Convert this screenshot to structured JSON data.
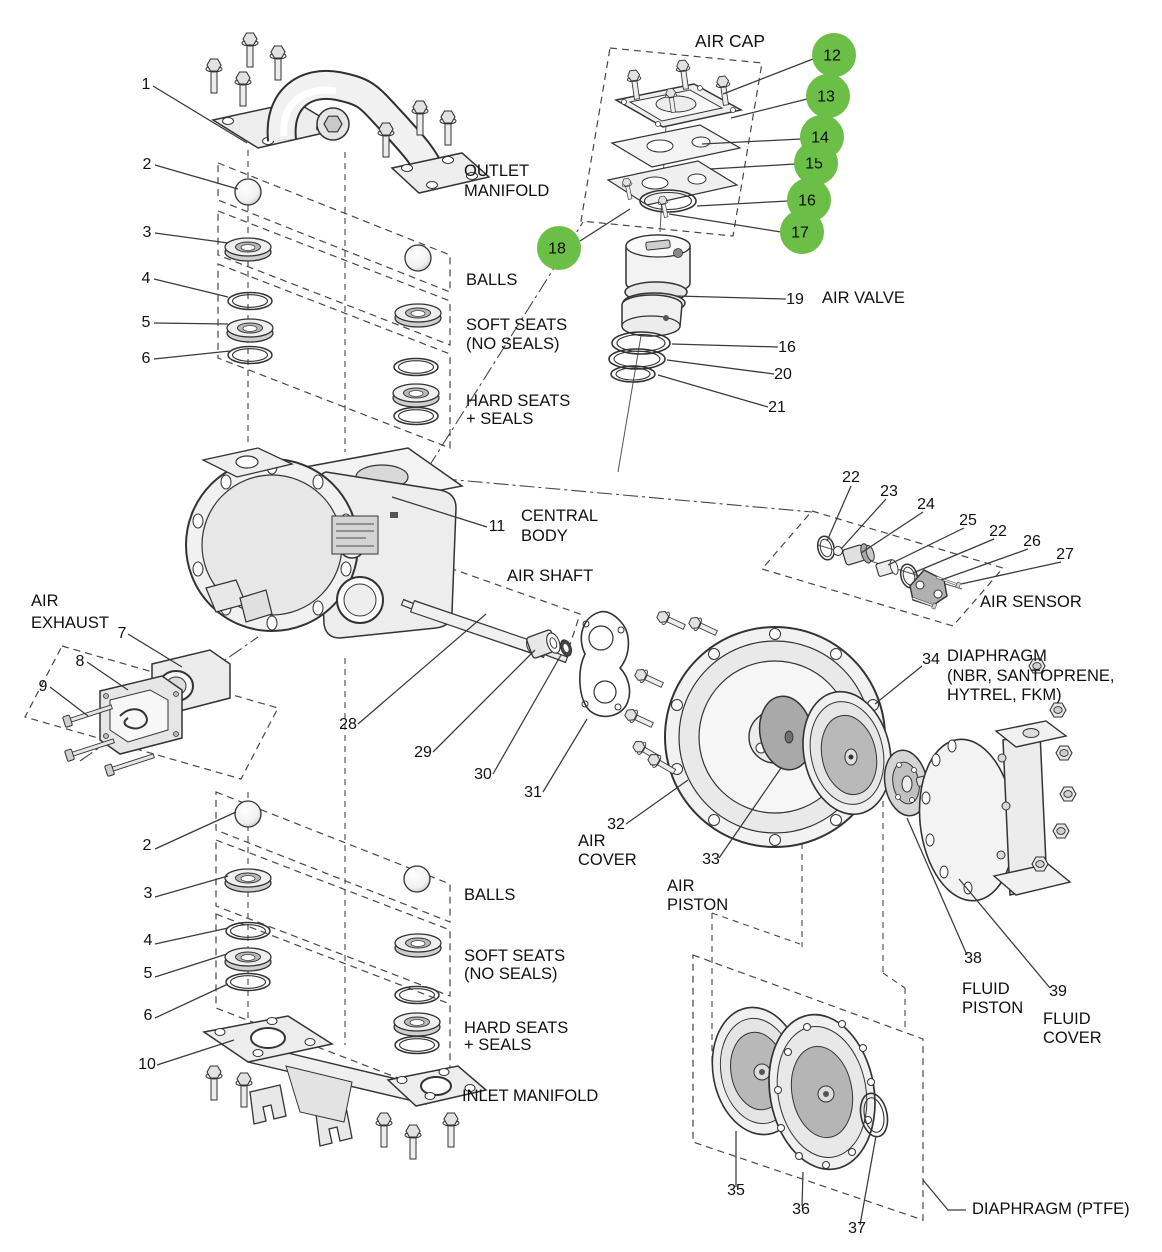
{
  "colors": {
    "highlight": "#6bbf47",
    "line": "#333333",
    "text": "#111111",
    "background": "#ffffff"
  },
  "section_labels": {
    "air_cap": "AIR CAP",
    "outlet_manifold_l1": "OUTLET",
    "outlet_manifold_l2": "MANIFOLD",
    "balls_top": "BALLS",
    "soft_seats_top_l1": "SOFT SEATS",
    "soft_seats_top_l2": "(NO SEALS)",
    "hard_seats_top_l1": "HARD SEATS",
    "hard_seats_top_l2": "+ SEALS",
    "air_valve": "AIR VALVE",
    "central_body_l1": "CENTRAL",
    "central_body_l2": "BODY",
    "air_shaft": "AIR SHAFT",
    "air_exhaust_l1": "AIR",
    "air_exhaust_l2": "EXHAUST",
    "air_sensor": "AIR SENSOR",
    "air_cover_l1": "AIR",
    "air_cover_l2": "COVER",
    "air_piston_l1": "AIR",
    "air_piston_l2": "PISTON",
    "diaphragm_l1": "DIAPHRAGM",
    "diaphragm_l2": "(NBR, SANTOPRENE,",
    "diaphragm_l3": "HYTREL, FKM)",
    "fluid_piston_l1": "FLUID",
    "fluid_piston_l2": "PISTON",
    "fluid_cover_l1": "FLUID",
    "fluid_cover_l2": "COVER",
    "balls_bottom": "BALLS",
    "soft_seats_bottom_l1": "SOFT SEATS",
    "soft_seats_bottom_l2": "(NO SEALS)",
    "hard_seats_bottom_l1": "HARD SEATS",
    "hard_seats_bottom_l2": "+ SEALS",
    "inlet_manifold": "INLET MANIFOLD",
    "diaphragm_ptfe": "DIAPHRAGM (PTFE)"
  },
  "part_numbers": {
    "p1": "1",
    "p2": "2",
    "p3": "3",
    "p4": "4",
    "p5": "5",
    "p6": "6",
    "p7": "7",
    "p8": "8",
    "p9": "9",
    "p10": "10",
    "p11": "11",
    "p19": "19",
    "p16_valve": "16",
    "p20": "20",
    "p21": "21",
    "p22_left": "22",
    "p23": "23",
    "p24": "24",
    "p25": "25",
    "p22_right": "22",
    "p26": "26",
    "p27": "27",
    "p28": "28",
    "p29": "29",
    "p30": "30",
    "p31": "31",
    "p32": "32",
    "p33": "33",
    "p34": "34",
    "p35": "35",
    "p36": "36",
    "p37": "37",
    "p38": "38",
    "p39": "39",
    "p2_bottom": "2",
    "p3_bottom": "3",
    "p4_bottom": "4",
    "p5_bottom": "5",
    "p6_bottom": "6"
  },
  "highlighted_callouts": {
    "c12": "12",
    "c13": "13",
    "c14": "14",
    "c15": "15",
    "c16": "16",
    "c17": "17",
    "c18": "18"
  }
}
